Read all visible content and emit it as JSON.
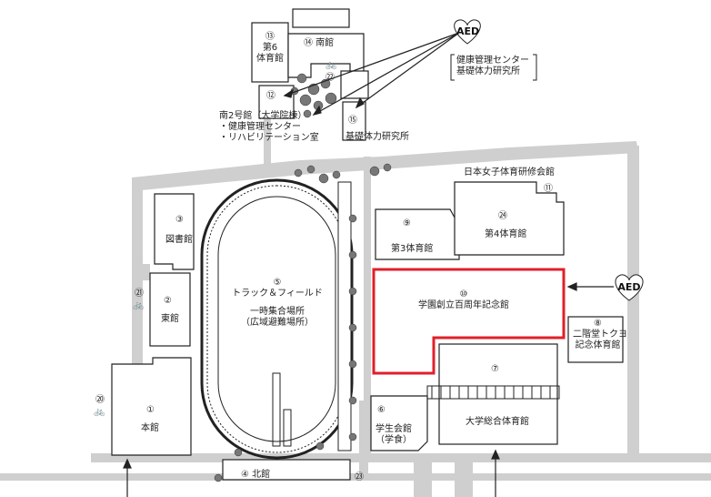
{
  "buildings": {
    "b1": {
      "num": "①",
      "name": "本館"
    },
    "b2": {
      "num": "②",
      "name": "東館"
    },
    "b3": {
      "num": "③",
      "name": "図書館"
    },
    "b4": {
      "num": "④",
      "name": "北館"
    },
    "b5": {
      "num": "⑤",
      "name": "トラック＆フィールド",
      "sub1": "一時集合場所",
      "sub2": "（広域避難場所）"
    },
    "b6": {
      "num": "⑥",
      "name": "学生会館",
      "sub": "（学食）"
    },
    "b7": {
      "num": "⑦",
      "name": "大学総合体育館"
    },
    "b8": {
      "num": "⑧",
      "name": "二階堂トクヨ",
      "name2": "記念体育館"
    },
    "b9": {
      "num": "⑨",
      "name": "第3体育館"
    },
    "b10": {
      "num": "⑩",
      "name": "学園創立百周年記念館"
    },
    "b11": {
      "num": "⑪",
      "name": "日本女子体育研修会館"
    },
    "b12": {
      "num": "⑫",
      "name": "南2号館（大学院棟）",
      "sub1": "・健康管理センター",
      "sub2": "・リハビリテーション室"
    },
    "b13": {
      "num": "⑬",
      "name": "第6",
      "name2": "体育館"
    },
    "b14": {
      "num": "⑭",
      "name": "南館"
    },
    "b15": {
      "num": "⑮",
      "name": "基礎体力研究所"
    },
    "b24": {
      "num": "㉔",
      "name": "第4体育館"
    }
  },
  "bike_parking": {
    "p20": "⑳",
    "p21": "㉑",
    "p22": "㉒",
    "p23": "㉓"
  },
  "aed": {
    "label": "AED"
  },
  "callout": {
    "line1": "健康管理センター",
    "line2": "基礎体力研究所"
  },
  "highlight_color": "#e0202a",
  "road_color": "#cfcfcf"
}
